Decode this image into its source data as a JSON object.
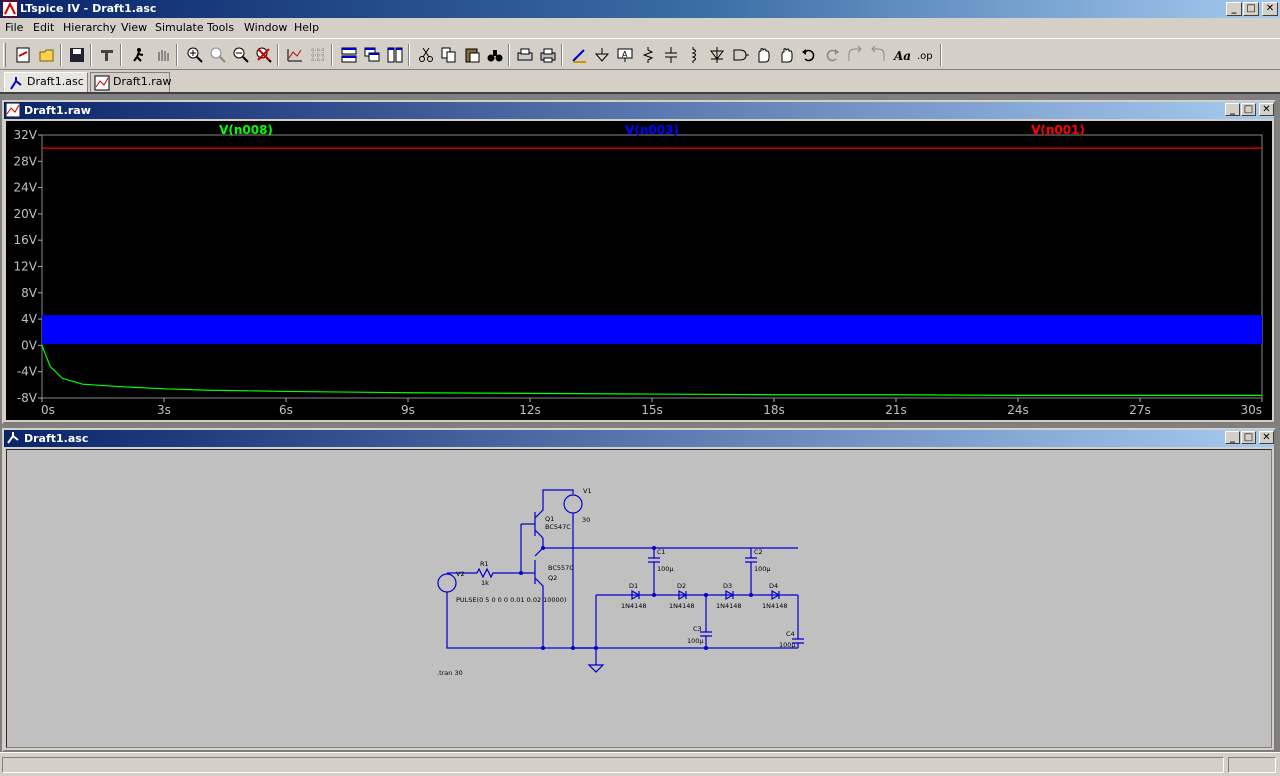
{
  "window": {
    "title": "LTspice IV - Draft1.asc",
    "buttons": {
      "minimize": "_",
      "maximize": "□",
      "close": "✕"
    }
  },
  "menu": [
    "File",
    "Edit",
    "Hierarchy",
    "View",
    "Simulate",
    "Tools",
    "Window",
    "Help"
  ],
  "toolbar_icons": [
    "new-schematic-icon",
    "open-icon",
    "save-icon",
    "control-panel-icon",
    "run-icon",
    "halt-icon",
    "zoom-in-icon",
    "zoom-pan-icon",
    "zoom-out-icon",
    "zoom-fit-icon",
    "autorange-icon",
    "grid-icon",
    "tile-horizontal-icon",
    "cascade-icon",
    "tile-vertical-icon",
    "cut-icon",
    "copy-icon",
    "paste-icon",
    "find-icon",
    "print-preview-icon",
    "print-icon",
    "wire-icon",
    "ground-icon",
    "label-icon",
    "resistor-icon",
    "capacitor-icon",
    "inductor-icon",
    "diode-icon",
    "component-icon",
    "move-icon",
    "drag-icon",
    "undo-icon",
    "redo-icon",
    "rotate-icon",
    "mirror-icon",
    "text-icon",
    "spice-directive-icon"
  ],
  "tabs": [
    {
      "label": "Draft1.asc",
      "icon": "schematic-icon"
    },
    {
      "label": "Draft1.raw",
      "icon": "waveform-icon"
    }
  ],
  "waveform_window": {
    "title": "Draft1.raw",
    "trace_labels": [
      {
        "name": "V(n008)",
        "color": "#00ff00"
      },
      {
        "name": "V(n003)",
        "color": "#0000ff"
      },
      {
        "name": "V(n001)",
        "color": "#ff0000"
      }
    ],
    "y_ticks": [
      "32V",
      "28V",
      "24V",
      "20V",
      "16V",
      "12V",
      "8V",
      "4V",
      "0V",
      "-4V",
      "-8V"
    ],
    "x_ticks": [
      "0s",
      "3s",
      "6s",
      "9s",
      "12s",
      "15s",
      "18s",
      "21s",
      "24s",
      "27s",
      "30s"
    ]
  },
  "chart_data": {
    "type": "line",
    "x_range": [
      0,
      30
    ],
    "y_range": [
      -8,
      32
    ],
    "series": [
      {
        "name": "V(n001)",
        "color": "#ff0000",
        "x": [
          0,
          30
        ],
        "y": [
          30,
          30
        ]
      },
      {
        "name": "V(n003)",
        "color": "#0000ff",
        "band": true,
        "y_min": 0.2,
        "y_max": 4.6,
        "x": [
          0,
          30
        ]
      },
      {
        "name": "V(n008)",
        "color": "#00ff00",
        "x": [
          0,
          0.2,
          0.5,
          1,
          2,
          3,
          4,
          6,
          9,
          12,
          15,
          18,
          21,
          24,
          27,
          30
        ],
        "y": [
          0,
          -3.2,
          -5.0,
          -5.9,
          -6.3,
          -6.6,
          -6.8,
          -7.0,
          -7.2,
          -7.3,
          -7.4,
          -7.5,
          -7.5,
          -7.6,
          -7.6,
          -7.6
        ]
      }
    ]
  },
  "schematic_window": {
    "title": "Draft1.asc",
    "components": {
      "v1_name": "V1",
      "v1_value": "30",
      "q1_name": "Q1",
      "q1_model": "BC547C",
      "q2_name": "Q2",
      "q2_model": "BC557C",
      "r1_name": "R1",
      "r1_value": "1k",
      "v2_name": "V2",
      "v2_value": "PULSE(0 5 0 0 0 0.01 0.02 10000)",
      "c1_name": "C1",
      "c1_value": "100µ",
      "c2_name": "C2",
      "c2_value": "100µ",
      "c3_name": "C3",
      "c3_value": "100µ",
      "c4_name": "C4",
      "c4_value": "100µ",
      "d1_name": "D1",
      "d1_model": "1N4148",
      "d2_name": "D2",
      "d2_model": "1N4148",
      "d3_name": "D3",
      "d3_model": "1N4148",
      "d4_name": "D4",
      "d4_model": "1N4148",
      "directive": ".tran 30"
    },
    "wire_color": "#0000cc"
  }
}
